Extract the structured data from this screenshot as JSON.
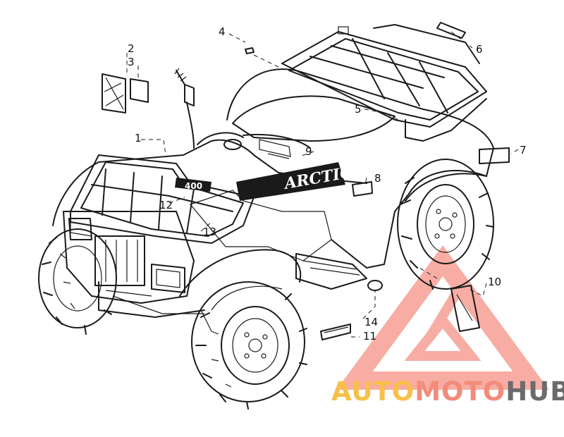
{
  "diagram": {
    "callouts": [
      {
        "id": "1",
        "label": "1"
      },
      {
        "id": "2",
        "label": "2"
      },
      {
        "id": "3",
        "label": "3"
      },
      {
        "id": "4",
        "label": "4"
      },
      {
        "id": "5",
        "label": "5"
      },
      {
        "id": "6",
        "label": "6"
      },
      {
        "id": "7",
        "label": "7"
      },
      {
        "id": "8",
        "label": "8"
      },
      {
        "id": "9",
        "label": "9"
      },
      {
        "id": "10",
        "label": "10"
      },
      {
        "id": "11",
        "label": "11"
      },
      {
        "id": "12",
        "label": "12"
      },
      {
        "id": "13",
        "label": "13"
      },
      {
        "id": "14",
        "label": "14"
      }
    ],
    "decals": {
      "brand": "ARCTIC CAT",
      "model": "400"
    }
  },
  "watermark": {
    "part1": "AUTO",
    "part2": "MOTO",
    "part3": "HUB",
    "colors": {
      "auto": "#f7c04a",
      "moto": "#f28c7a",
      "hub": "#6b6b6b",
      "logo": "#f26b5b"
    }
  }
}
